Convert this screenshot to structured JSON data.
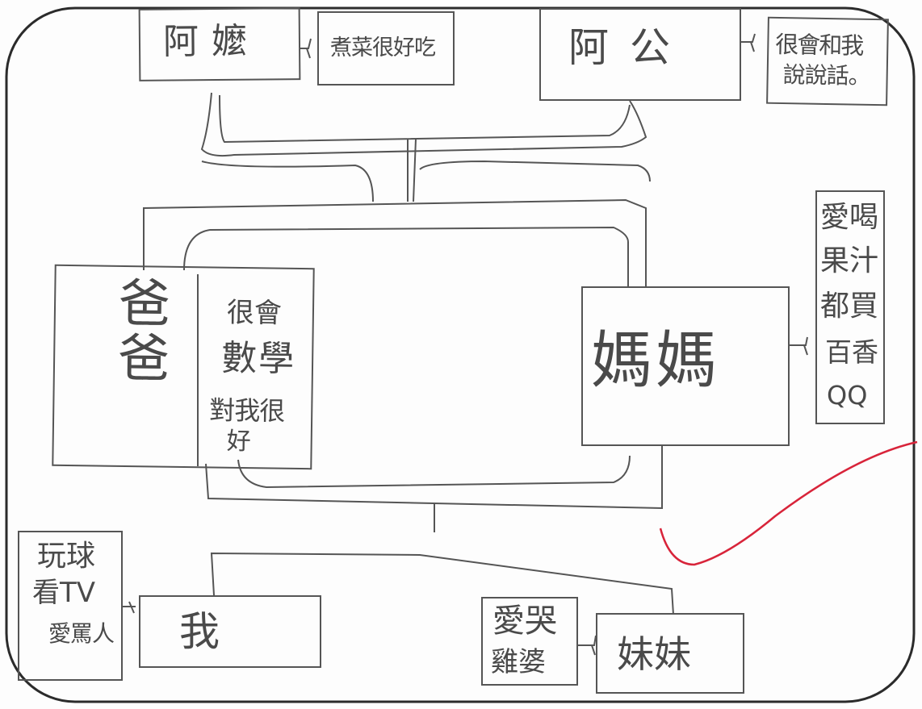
{
  "diagram": {
    "nodes": {
      "grandma": {
        "name": "阿嬤",
        "note": "煮菜很好吃"
      },
      "grandpa": {
        "name": "阿公",
        "note_line1": "很會和我",
        "note_line2": "說說話。"
      },
      "dad": {
        "name": "爸爸",
        "note_line1": "很會",
        "note_line2": "數學",
        "note_line3": "對我很",
        "note_line4": "好"
      },
      "mom": {
        "name": "媽媽",
        "note_lines": [
          "愛喝",
          "果汁",
          "都買",
          "百香",
          "QQ"
        ]
      },
      "me": {
        "name": "我",
        "note_line1": "玩球",
        "note_line2": "看TV",
        "note_line3": "愛罵人"
      },
      "sister": {
        "name": "妹妹",
        "note_line1": "愛哭",
        "note_line2": "雞婆"
      }
    },
    "colors": {
      "pencil": "#555555",
      "red_mark": "#d8243a",
      "frame": "#2b2b2b"
    }
  }
}
